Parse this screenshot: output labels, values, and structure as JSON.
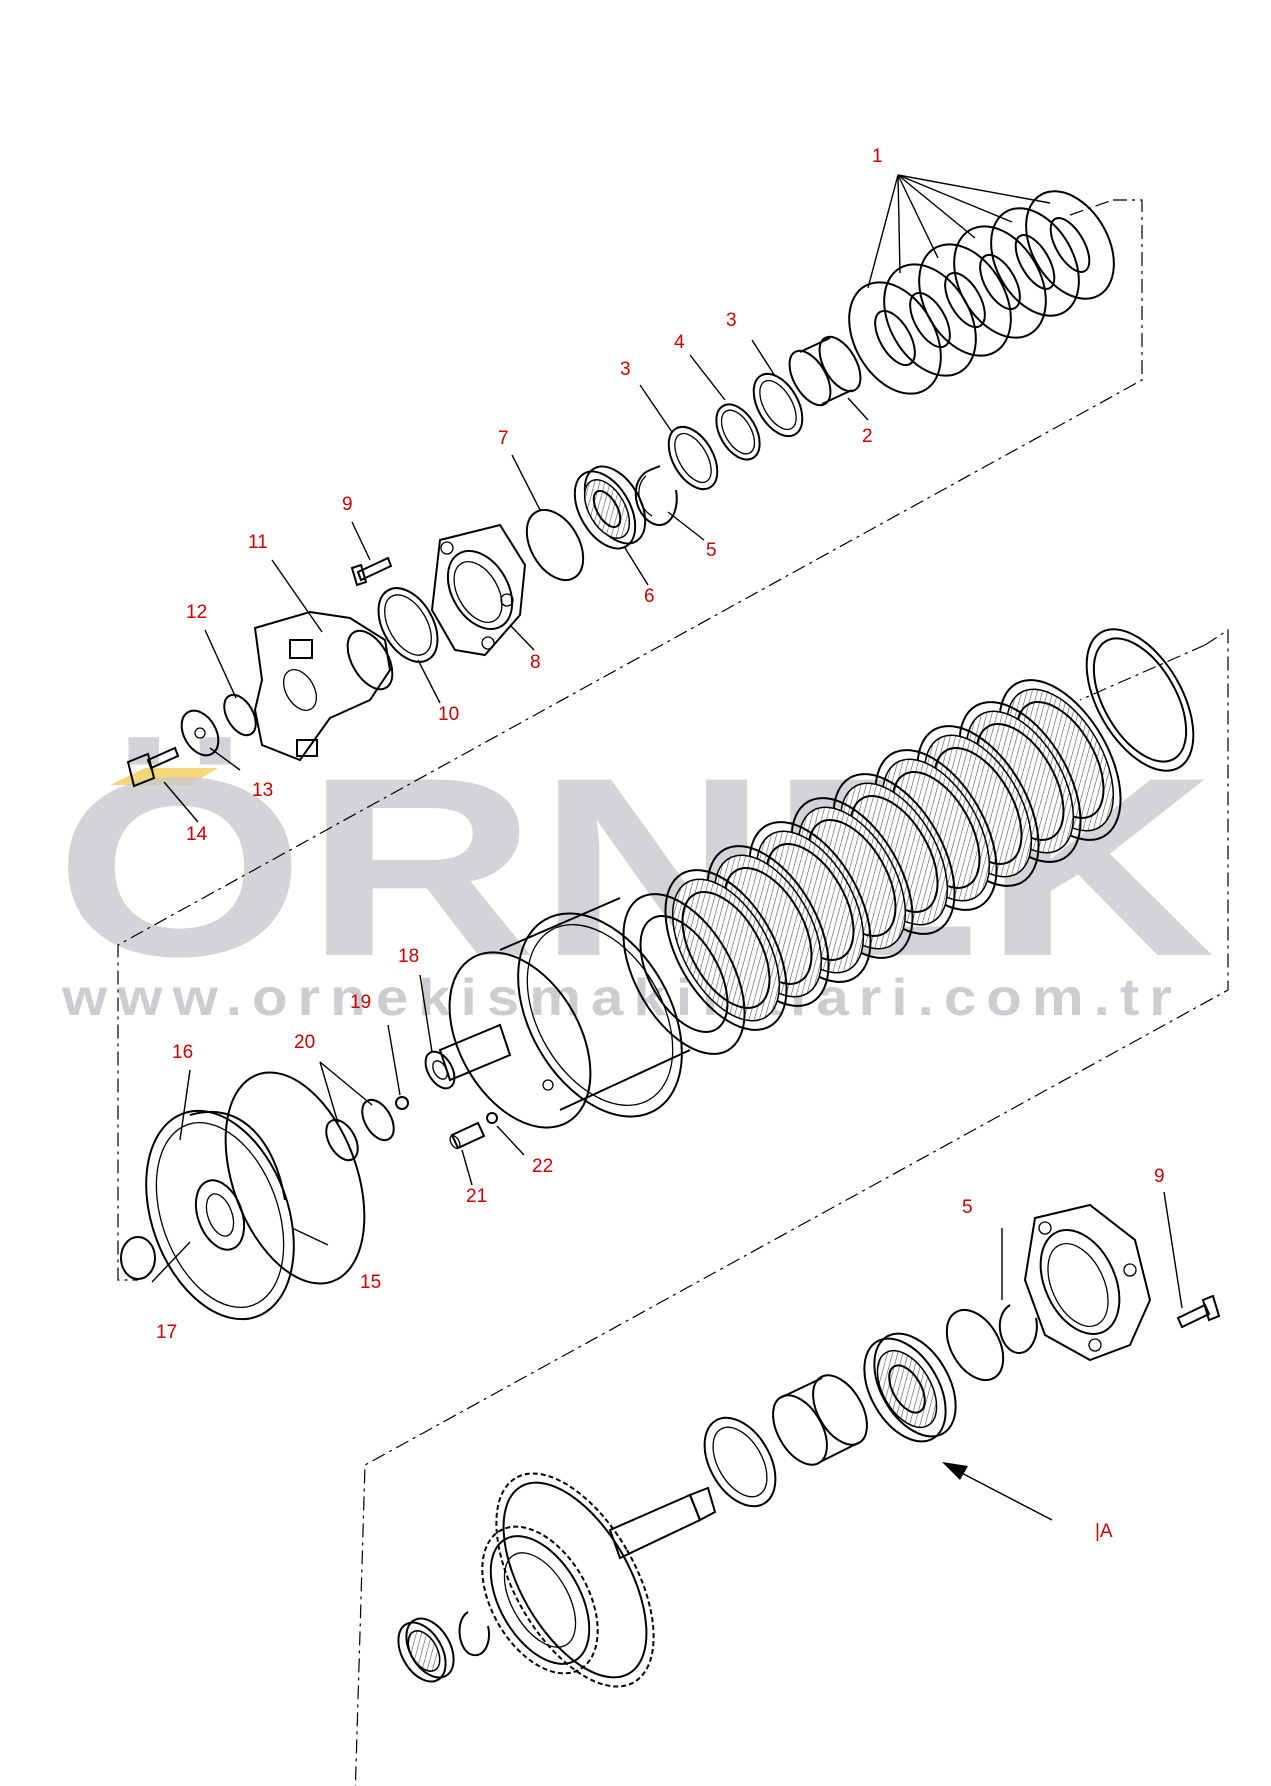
{
  "watermark": {
    "brand": "ÖRNEK",
    "url": "www.ornekismakinalari.com.tr",
    "color": "#c9c9cf",
    "accent": "#f2c94c"
  },
  "callout_color": "#cc0000",
  "view_label": "|A",
  "callouts": [
    {
      "id": "c1",
      "text": "1"
    },
    {
      "id": "c2",
      "text": "2"
    },
    {
      "id": "c3a",
      "text": "3"
    },
    {
      "id": "c3b",
      "text": "3"
    },
    {
      "id": "c4",
      "text": "4"
    },
    {
      "id": "c5a",
      "text": "5"
    },
    {
      "id": "c5b",
      "text": "5"
    },
    {
      "id": "c6",
      "text": "6"
    },
    {
      "id": "c7",
      "text": "7"
    },
    {
      "id": "c8",
      "text": "8"
    },
    {
      "id": "c9a",
      "text": "9"
    },
    {
      "id": "c9b",
      "text": "9"
    },
    {
      "id": "c10",
      "text": "10"
    },
    {
      "id": "c11",
      "text": "11"
    },
    {
      "id": "c12",
      "text": "12"
    },
    {
      "id": "c13",
      "text": "13"
    },
    {
      "id": "c14",
      "text": "14"
    },
    {
      "id": "c15",
      "text": "15"
    },
    {
      "id": "c16",
      "text": "16"
    },
    {
      "id": "c17",
      "text": "17"
    },
    {
      "id": "c18",
      "text": "18"
    },
    {
      "id": "c19",
      "text": "19"
    },
    {
      "id": "c20",
      "text": "20"
    },
    {
      "id": "c21",
      "text": "21"
    },
    {
      "id": "c22",
      "text": "22"
    }
  ]
}
